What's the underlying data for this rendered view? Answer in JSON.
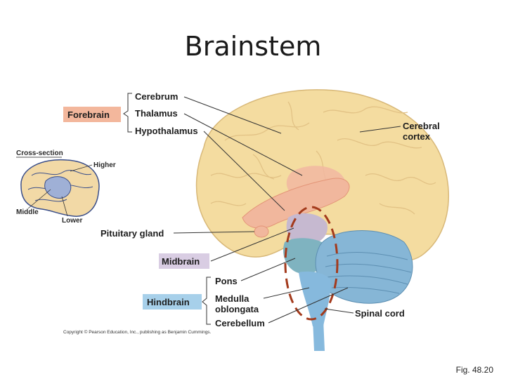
{
  "title": "Brainstem",
  "labels": {
    "cerebrum": "Cerebrum",
    "thalamus": "Thalamus",
    "hypothalamus": "Hypothalamus",
    "forebrain": "Forebrain",
    "cerebral_cortex_1": "Cerebral",
    "cerebral_cortex_2": "cortex",
    "pituitary_gland": "Pituitary gland",
    "midbrain": "Midbrain",
    "pons": "Pons",
    "medulla_1": "Medulla",
    "medulla_2": "oblongata",
    "hindbrain": "Hindbrain",
    "cerebellum": "Cerebellum",
    "spinal_cord": "Spinal cord"
  },
  "inset": {
    "cross_section": "Cross-section",
    "higher": "Higher",
    "middle": "Middle",
    "lower": "Lower"
  },
  "copyright": "Copyright © Pearson Education, Inc., publishing as Benjamin Cummings.",
  "figure_caption": "Fig. 48.20",
  "colors": {
    "forebrain_box": "#f3b79c",
    "midbrain_box": "#d9cde3",
    "hindbrain_box": "#a7d0ea",
    "cerebrum_fill": "#f4dca0",
    "highlight_dash": "#a33a1c"
  }
}
